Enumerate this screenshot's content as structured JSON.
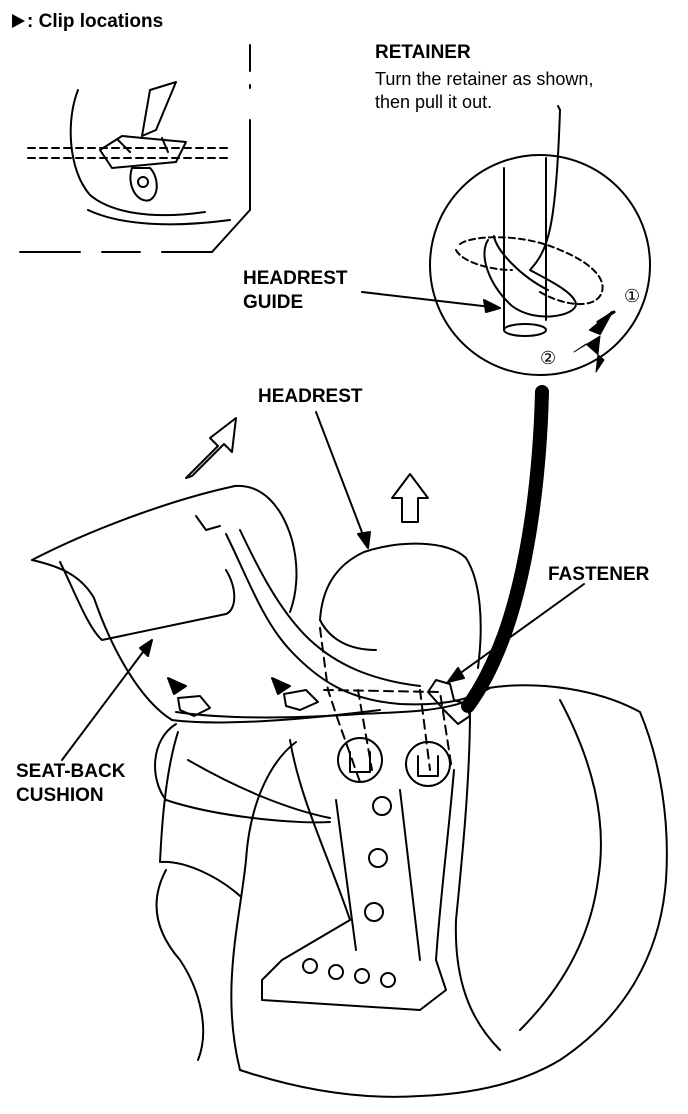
{
  "legend": {
    "marker_icon": "filled-triangle-icon",
    "text": ": Clip locations"
  },
  "labels": {
    "retainer_title": "RETAINER",
    "retainer_note_line1": "Turn the retainer as shown,",
    "retainer_note_line2": "then pull it out.",
    "headrest_guide_line1": "HEADREST",
    "headrest_guide_line2": "GUIDE",
    "headrest": "HEADREST",
    "fastener": "FASTENER",
    "seatback_line1": "SEAT-BACK",
    "seatback_line2": "CUSHION"
  },
  "step_markers": [
    "①",
    "②"
  ]
}
